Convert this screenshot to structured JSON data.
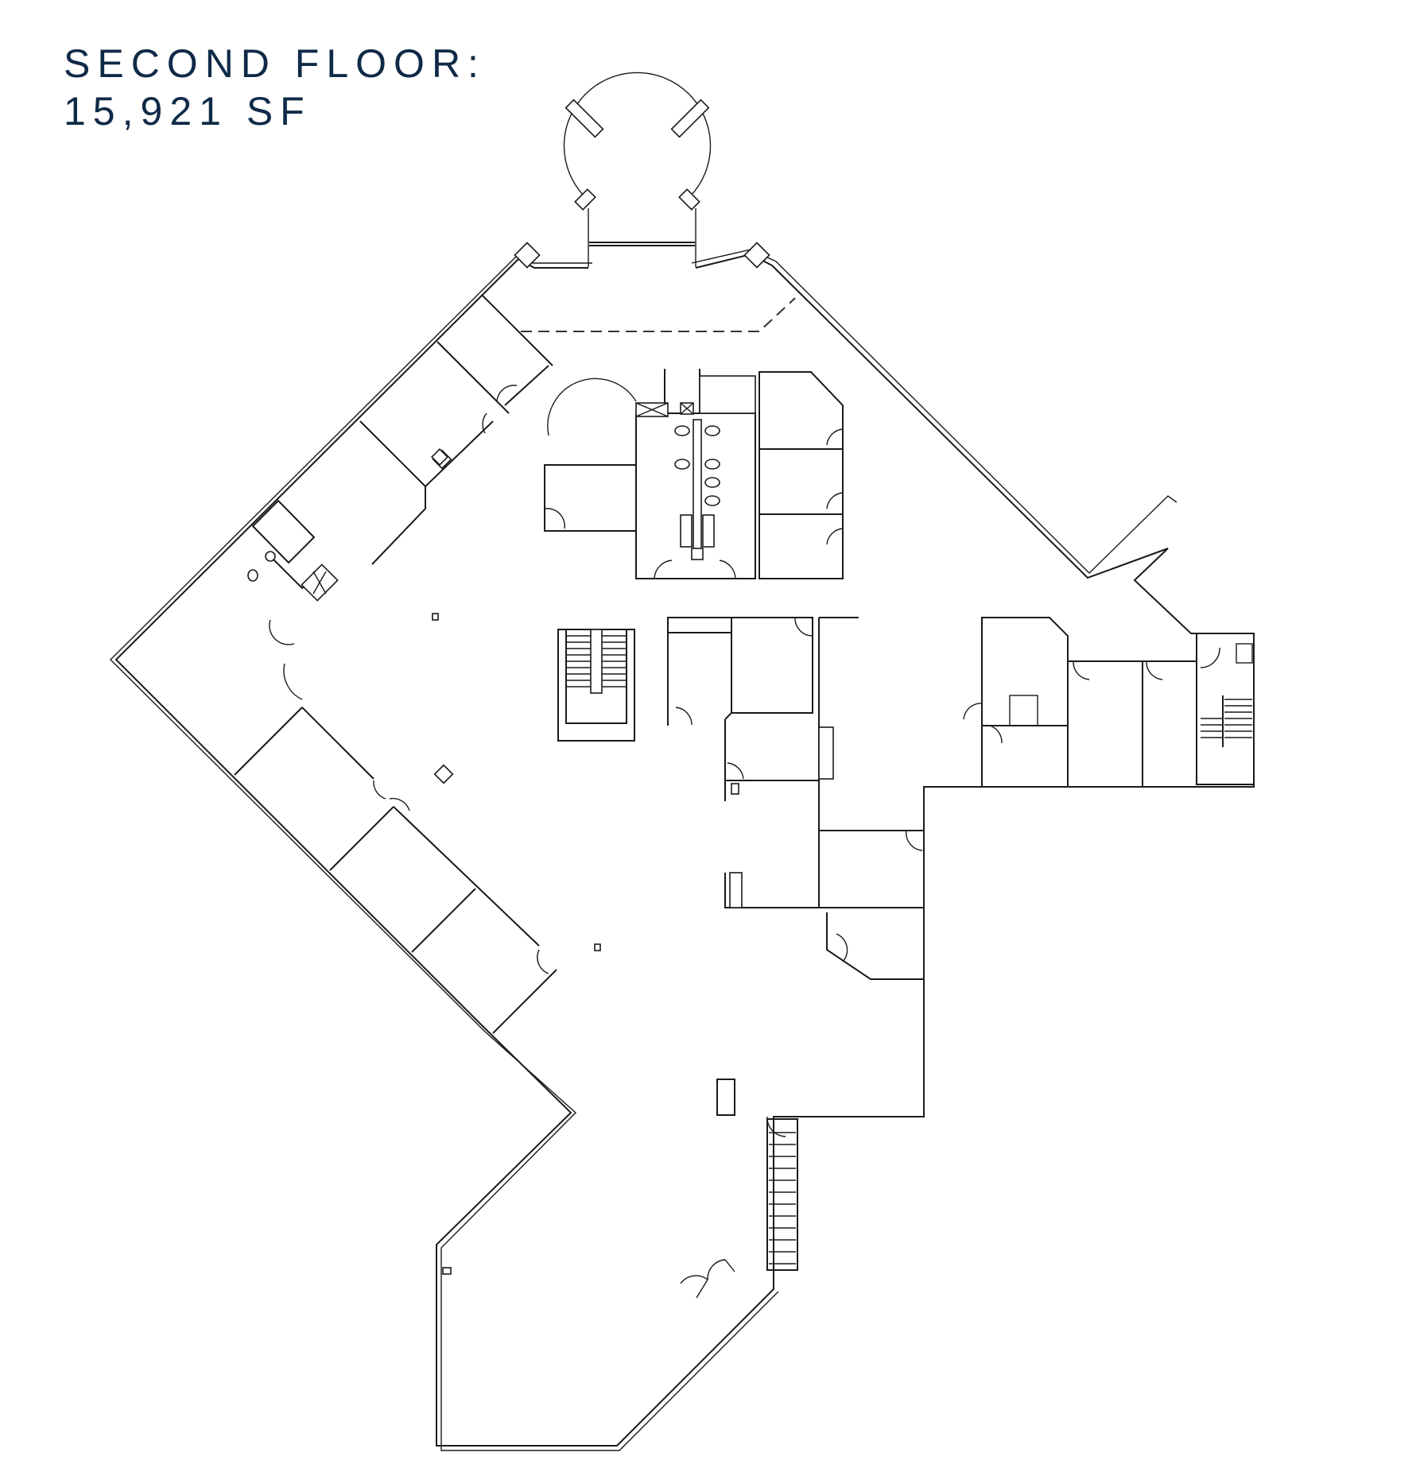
{
  "title": {
    "line1": "SECOND FLOOR:",
    "line2": "15,921 SF"
  },
  "floor": {
    "name": "Second Floor",
    "area_sf": 15921
  },
  "colors": {
    "title": "#0f2a47",
    "linework": "#1a1a1a",
    "background": "#ffffff"
  },
  "symbols": [
    "rotunda-circle",
    "restroom-core",
    "central-stair",
    "east-stair",
    "exterior-stair",
    "elevator-shaft",
    "column-marker",
    "door-swing"
  ]
}
